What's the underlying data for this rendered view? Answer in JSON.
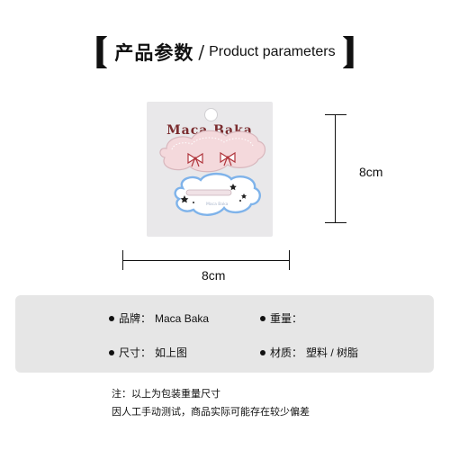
{
  "header": {
    "title_cn": "产品参数",
    "separator": "/",
    "title_en": "Product parameters"
  },
  "product": {
    "brand": "Maca Baka"
  },
  "dimensions": {
    "height_label": "8cm",
    "width_label": "8cm"
  },
  "params": {
    "brand_label": "品牌：",
    "brand_value": "Maca Baka",
    "weight_label": "重量：",
    "weight_value": "",
    "size_label": "尺寸：",
    "size_value": "如上图",
    "material_label": "材质：",
    "material_value": "塑料 / 树脂"
  },
  "notes": {
    "line1": "注：以上为包装重量尺寸",
    "line2": "因人工手动测试，商品实际可能存在较少偏差"
  },
  "colors": {
    "brand_text": "#7a2b2e",
    "card_bg": "#e9e8ea",
    "clip_pink": "#f4d9dc",
    "clip_blue": "#7fb3ea",
    "panel_bg": "#e6e6e6"
  }
}
